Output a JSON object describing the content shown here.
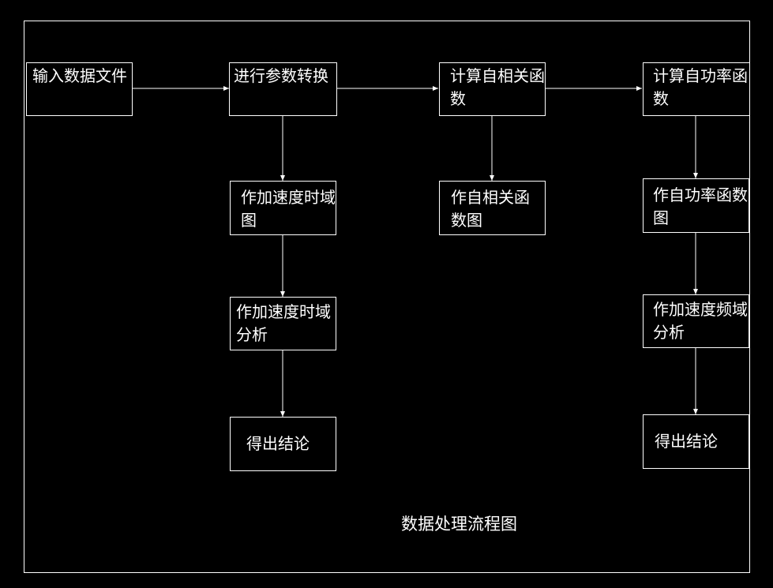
{
  "diagram": {
    "title": "数据处理流程图",
    "nodes": {
      "input": "输入数据文件",
      "convert": "进行参数转换",
      "autocorr": "计算自相关函数",
      "power": "计算自功率函数",
      "time_plot": "作加速度时域图",
      "autocorr_plot": "作自相关函数图",
      "power_plot": "作自功率函数图",
      "time_analysis": "作加速度时域分析",
      "freq_analysis": "作加速度频域分析",
      "conclusion_left": "得出结论",
      "conclusion_right": "得出结论"
    },
    "edges": [
      [
        "input",
        "convert"
      ],
      [
        "convert",
        "autocorr"
      ],
      [
        "autocorr",
        "power"
      ],
      [
        "convert",
        "time_plot"
      ],
      [
        "autocorr",
        "autocorr_plot"
      ],
      [
        "power",
        "power_plot"
      ],
      [
        "time_plot",
        "time_analysis"
      ],
      [
        "power_plot",
        "freq_analysis"
      ],
      [
        "time_analysis",
        "conclusion_left"
      ],
      [
        "freq_analysis",
        "conclusion_right"
      ]
    ],
    "colors": {
      "background": "#000000",
      "stroke": "#ffffff",
      "text": "#ffffff"
    }
  }
}
